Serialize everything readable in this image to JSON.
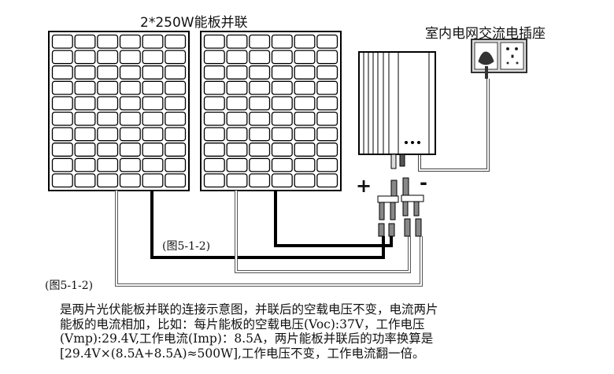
{
  "title": "2*250W能板并联",
  "socket_label": "室内电网交流电插座",
  "polarity": {
    "plus": "+",
    "minus": "-"
  },
  "refs": [
    "(图5-1-2)",
    "(图5-1-2)"
  ],
  "description": [
    "是两片光伏能板并联的连接示意图，并联后的空载电压不变，电流两片",
    "能板的电流相加，比如：每片能板的空载电压(Voc):37V，工作电压",
    "(Vmp):29.4V,工作电流(Imp)：8.5A，两片能板并联后的功率换算是",
    "[29.4V×(8.5A+8.5A)≈500W],工作电压不变，工作电流翻一倍。"
  ],
  "panel_grid": {
    "columns": 6,
    "rows": 10
  }
}
